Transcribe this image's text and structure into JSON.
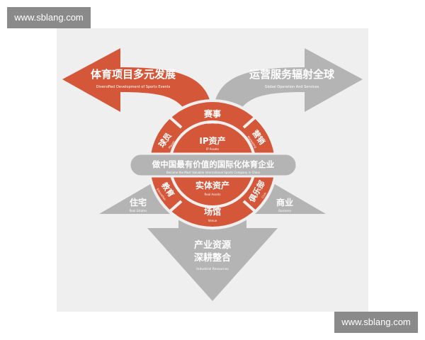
{
  "watermark": "www.sblang.com",
  "colors": {
    "orange": "#d4573a",
    "gray": "#b4b4b4",
    "panel": "#efefef"
  },
  "left_arrow": {
    "title": "体育项目多元发展",
    "subtitle": "Diversified Development of Sports Events"
  },
  "right_arrow": {
    "title": "运营服务辐射全球",
    "subtitle": "Global Operation And Services"
  },
  "outer_ring": {
    "events": {
      "title": "赛事",
      "subtitle": "Events"
    },
    "player": {
      "title": "球员",
      "subtitle": "Player"
    },
    "marketing": {
      "title": "营销",
      "subtitle": "Marketing"
    },
    "education": {
      "title": "教育",
      "subtitle": "Education"
    },
    "club": {
      "title": "俱乐部",
      "subtitle": "Club"
    },
    "venue": {
      "title": "场馆",
      "subtitle": "Venue"
    }
  },
  "inner_ring": {
    "ip": {
      "title": "IP资产",
      "subtitle": "IP Assets"
    },
    "real": {
      "title": "实体资产",
      "subtitle": "Real Assets"
    }
  },
  "center": {
    "title": "做中国最有价值的国际化体育企业",
    "subtitle": "Become the Most Valuable International Sports Company in China"
  },
  "left_tri": {
    "title": "住宅",
    "subtitle": "Real Estates"
  },
  "right_tri": {
    "title": "商业",
    "subtitle": "Business"
  },
  "bottom_arrow": {
    "line1": "产业资源",
    "line2": "深耕整合",
    "subtitle": "Industrial Resources"
  }
}
